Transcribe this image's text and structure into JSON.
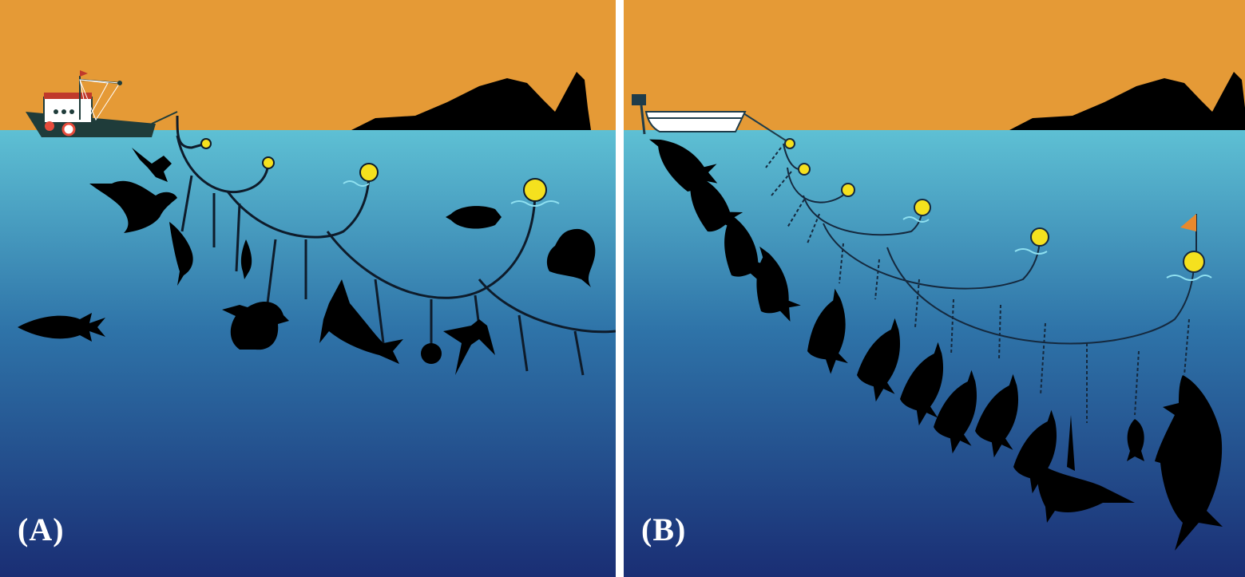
{
  "panels": [
    {
      "id": "A",
      "label": "(A)"
    },
    {
      "id": "B",
      "label": "(B)"
    }
  ],
  "colors": {
    "sky": "#E59A36",
    "sea_top": "#5EC0D4",
    "sea_mid": "#2E73A8",
    "sea_bottom": "#1A2E74",
    "silhouette": "#000000",
    "buoy": "#F5E11E",
    "flag": "#E8892E",
    "divider": "#ffffff"
  },
  "icons": {
    "panel_a": [
      "fishing-boat-icon",
      "island-icon",
      "seabird-icon",
      "seal-icon",
      "turtle-icon",
      "shark-icon",
      "manta-ray-icon",
      "sunfish-icon",
      "tuna-icon",
      "buoy-icon"
    ],
    "panel_b": [
      "small-boat-icon",
      "island-icon",
      "tuna-icon",
      "swordfish-icon",
      "shark-icon",
      "buoy-icon",
      "flag-icon"
    ]
  }
}
